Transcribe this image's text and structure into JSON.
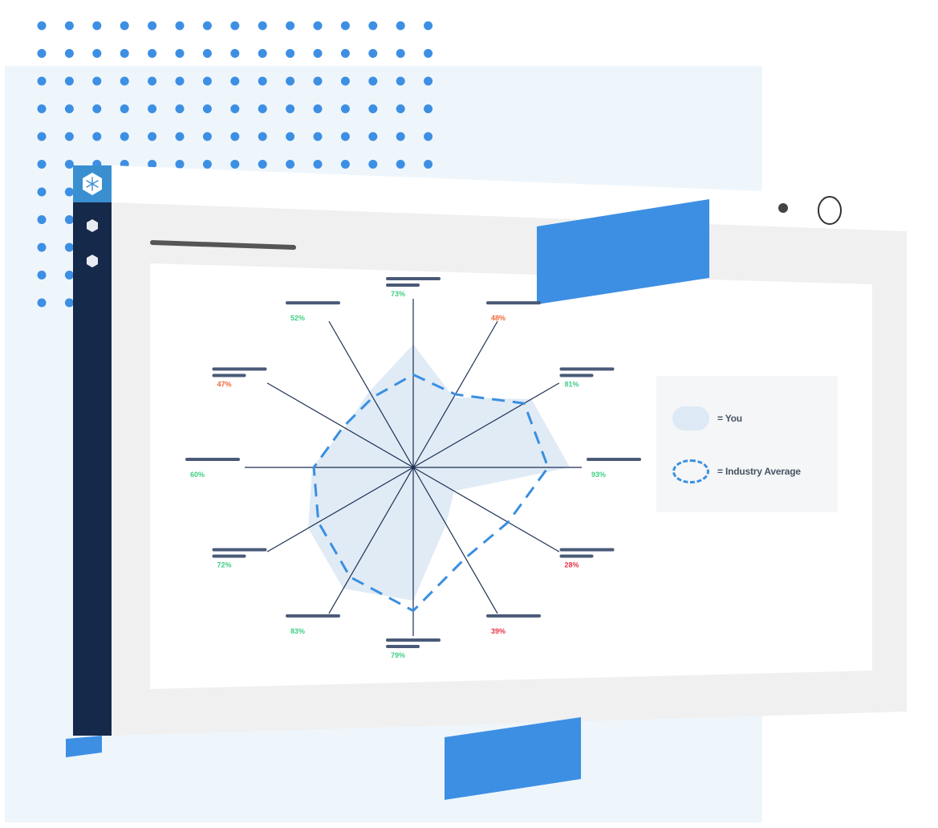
{
  "colors": {
    "accent": "#3d8fe3",
    "sidebar": "#15294a",
    "you_fill": "#dde9f5",
    "average_stroke": "#3a8fe0",
    "good": "#3fcf83",
    "warning": "#f06a3c",
    "bad": "#e8344a"
  },
  "icons": {
    "logo": "snowflake-hexagon-icon",
    "nav": [
      "hexagon-icon",
      "hexagon-icon"
    ],
    "window": [
      "dot-icon",
      "circle-icon"
    ]
  },
  "legend": {
    "you": "= You",
    "average": "= Industry Average"
  },
  "chart_data": {
    "type": "radar",
    "categories": [
      "",
      "",
      "",
      "",
      "",
      "",
      "",
      "",
      "",
      "",
      "",
      ""
    ],
    "series": [
      {
        "name": "You",
        "values": [
          73,
          48,
          81,
          93,
          28,
          39,
          79,
          83,
          72,
          60,
          47,
          52
        ]
      },
      {
        "name": "Industry Average",
        "values": [
          55,
          50,
          76,
          80,
          65,
          62,
          85,
          75,
          65,
          59,
          48,
          48
        ]
      }
    ],
    "labels": [
      "73%",
      "48%",
      "81%",
      "93%",
      "28%",
      "39%",
      "79%",
      "83%",
      "72%",
      "60%",
      "47%",
      "52%"
    ],
    "label_status": [
      "good",
      "warning",
      "good",
      "good",
      "bad",
      "bad",
      "good",
      "good",
      "good",
      "good",
      "warning",
      "good"
    ],
    "rlim": [
      0,
      100
    ]
  }
}
